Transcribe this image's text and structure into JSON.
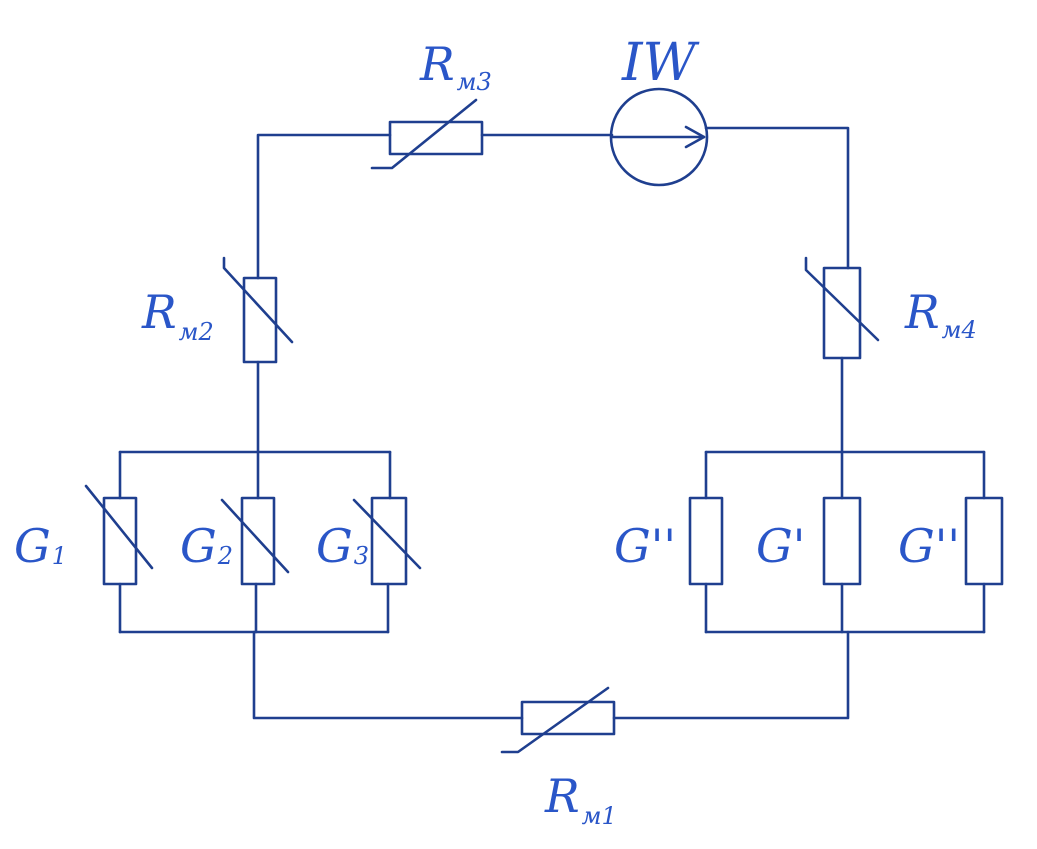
{
  "labels": {
    "source": "IW",
    "r_m3_main": "R",
    "r_m3_sub": "м3",
    "r_m2_main": "R",
    "r_m2_sub": "м2",
    "r_m4_main": "R",
    "r_m4_sub": "м4",
    "r_m1_main": "R",
    "r_m1_sub": "м1",
    "g1_main": "G",
    "g1_sub": "1",
    "g2_main": "G",
    "g2_sub": "2",
    "g3_main": "G",
    "g3_sub": "3",
    "g_double_left": "G''",
    "g_single": "G'",
    "g_double_right": "G''"
  },
  "colors": {
    "stroke": "#1f3f8f",
    "text": "#2a56c8",
    "background": "#ffffff"
  }
}
